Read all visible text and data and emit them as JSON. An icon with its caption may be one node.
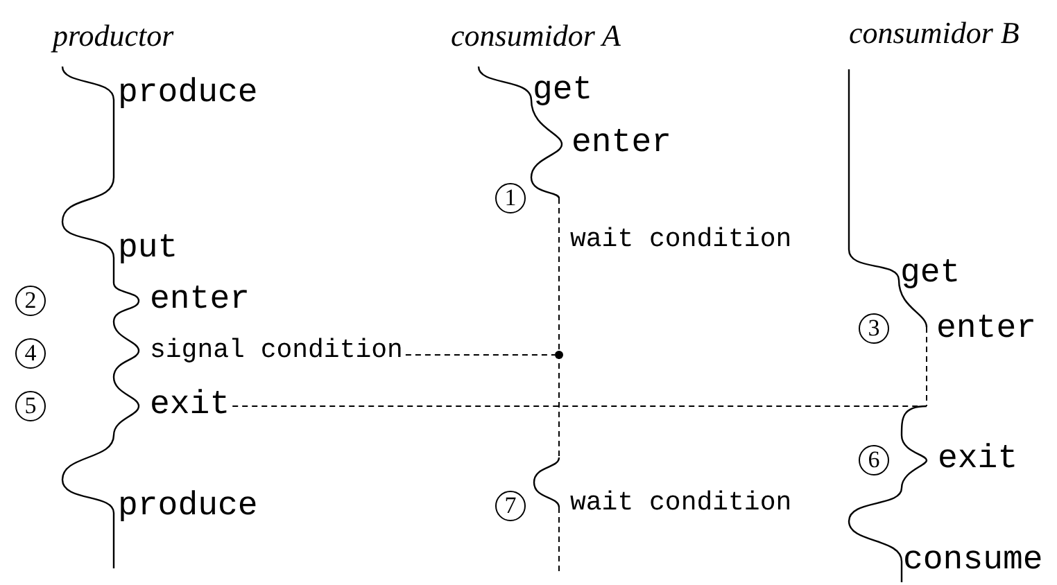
{
  "diagram": {
    "nodes": [
      {
        "text": [
          "signal condition"
        ]
      },
      {
        "text": [],
        "shape": "circle"
      },
      {
        "text": [
          "exit"
        ]
      }
    ],
    "edges": [
      {
        "from": 0,
        "to": 1,
        "arrow": "none",
        "style": "dashed"
      },
      {
        "from": 2,
        "to": null,
        "arrow": "none",
        "style": "dashed"
      }
    ],
    "labels": [
      "productor",
      "consumidor A",
      "consumidor B",
      "produce",
      "get",
      "enter",
      "1",
      "wait condition",
      "put",
      "get",
      "2",
      "enter",
      "3",
      "enter",
      "4",
      "5",
      "6",
      "exit",
      "7",
      "produce",
      "wait condition",
      "consume"
    ]
  }
}
